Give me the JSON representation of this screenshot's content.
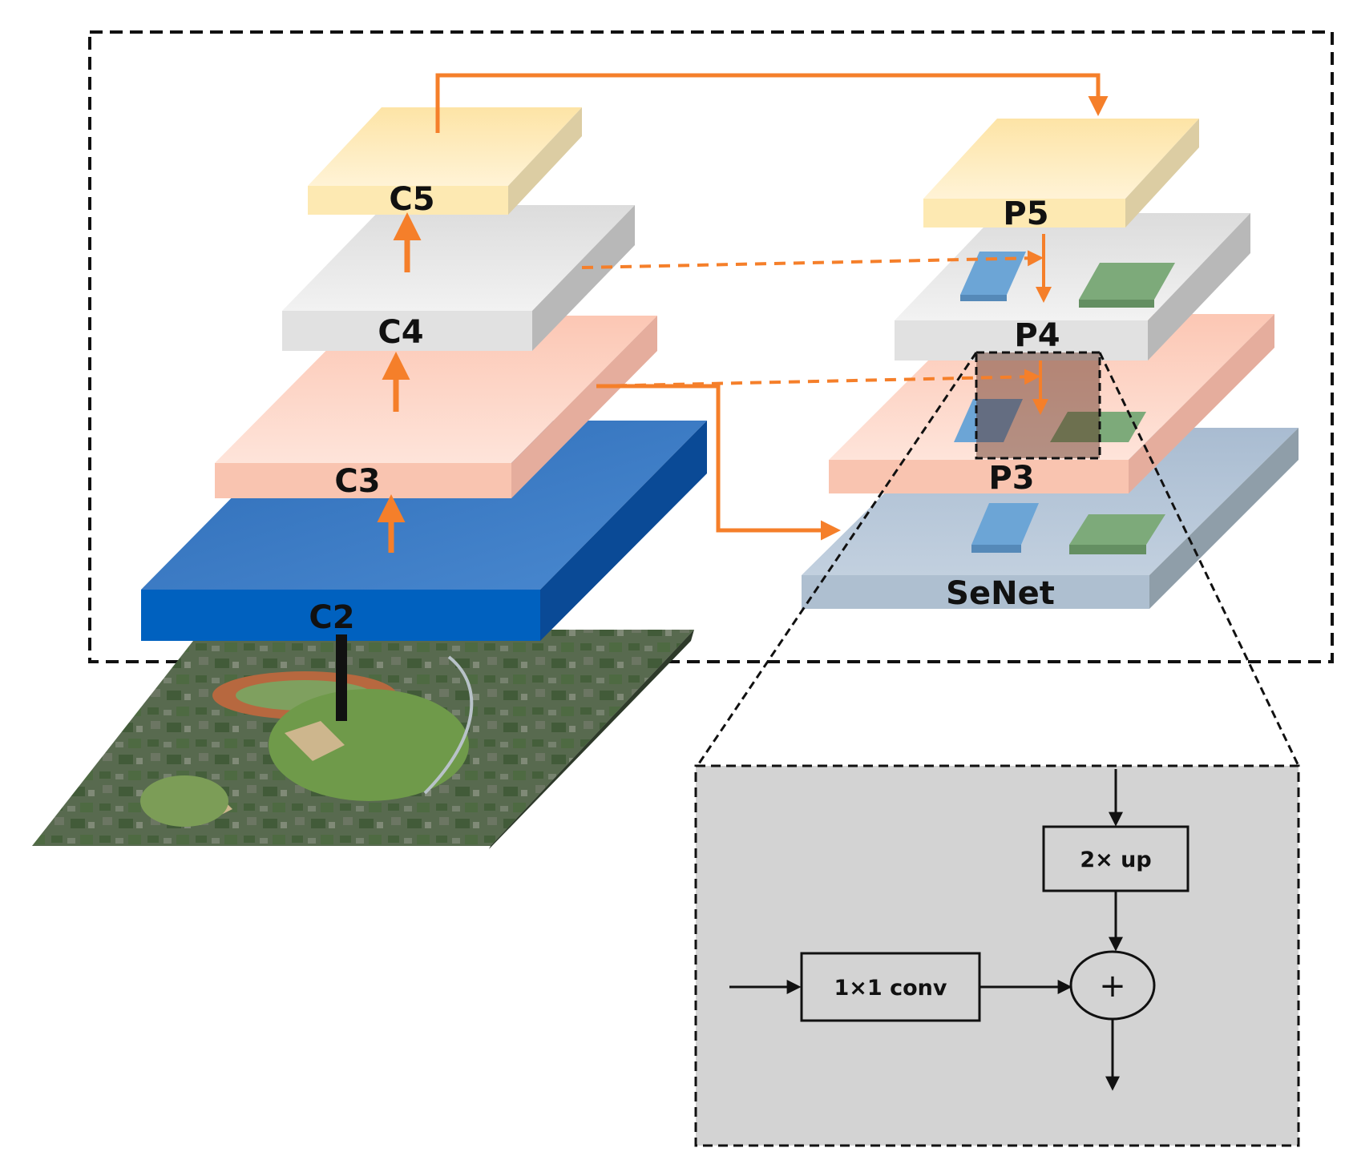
{
  "labels": {
    "c5": "C5",
    "c4": "C4",
    "c3": "C3",
    "c2": "C2",
    "p5": "P5",
    "p4": "P4",
    "p3": "P3",
    "senet": "SeNet",
    "upsample": "2× up",
    "conv": "1×1 conv",
    "plus": "+"
  },
  "colors": {
    "orange_arrow": "#f57f2a",
    "c5_top": "#fde9b2",
    "c4_top": "#e6e6e6",
    "c3_top": "#fdd2c3",
    "c2_top": "#3f7ec9",
    "senet_top": "#b4c5d7",
    "detail_bg": "#d3d3d3",
    "blue_box": "#6ca5d6",
    "green_box": "#7daa7a"
  },
  "icons": {
    "input": "satellite-image-icon",
    "add": "plus-icon"
  }
}
